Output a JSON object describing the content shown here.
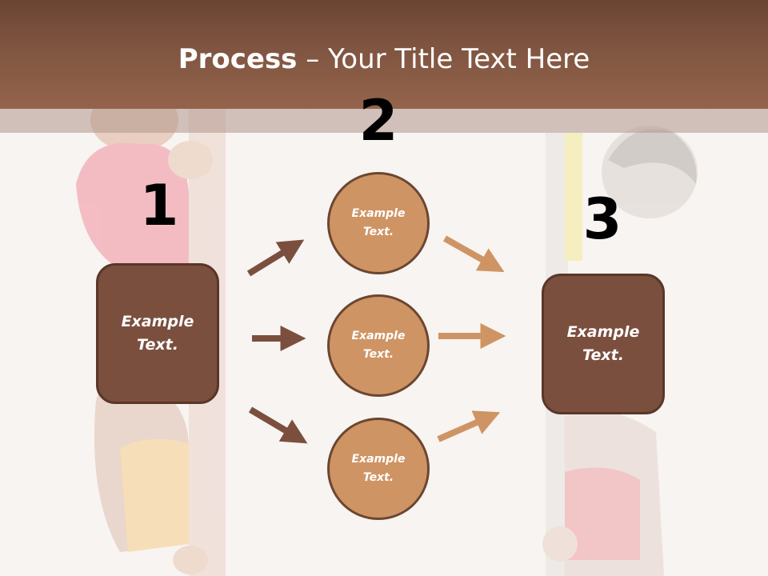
{
  "title": {
    "bold": "Process",
    "rest": " – Your Title Text Here"
  },
  "steps": {
    "one": "1",
    "two": "2",
    "three": "3"
  },
  "left_box": {
    "label": "Example\nText."
  },
  "right_box": {
    "label": "Example\nText."
  },
  "circles": [
    {
      "label": "Example\nText."
    },
    {
      "label": "Example\nText."
    },
    {
      "label": "Example\nText."
    }
  ],
  "colors": {
    "header": "#7e5440",
    "box_fill": "#7b4f3e",
    "circle_fill": "#cf9464",
    "arrow_dark": "#7b4f3e",
    "arrow_light": "#cf9464"
  }
}
